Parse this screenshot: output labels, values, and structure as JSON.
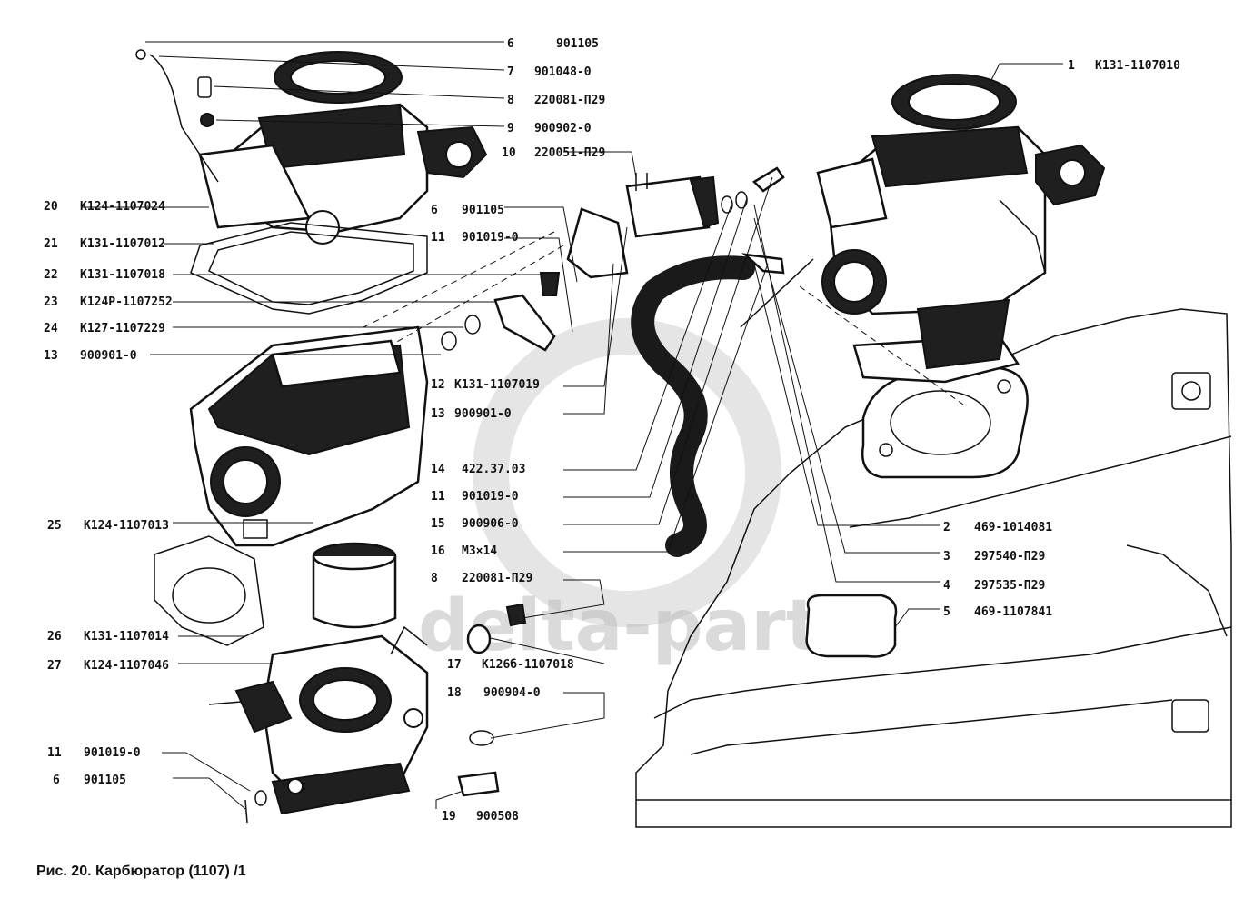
{
  "caption": "Рис. 20. Карбюратор (1107) /1",
  "watermark": "delta-parts",
  "callouts_left": [
    {
      "num": "6",
      "part": "901105"
    },
    {
      "num": "7",
      "part": "901048-0"
    },
    {
      "num": "8",
      "part": "220081-П29"
    },
    {
      "num": "9",
      "part": "900902-0"
    },
    {
      "num": "10",
      "part": "220051-П29"
    },
    {
      "num": "20",
      "part": "К124-1107024"
    },
    {
      "num": "6",
      "part": "901105"
    },
    {
      "num": "21",
      "part": "К131-1107012"
    },
    {
      "num": "11",
      "part": "901019-0"
    },
    {
      "num": "22",
      "part": "К131-1107018"
    },
    {
      "num": "23",
      "part": "К124Р-1107252"
    },
    {
      "num": "24",
      "part": "К127-1107229"
    },
    {
      "num": "13",
      "part": "900901-0"
    },
    {
      "num": "12",
      "part": "К131-1107019"
    },
    {
      "num": "13",
      "part": "900901-0"
    },
    {
      "num": "14",
      "part": "422.37.03"
    },
    {
      "num": "11",
      "part": "901019-0"
    },
    {
      "num": "15",
      "part": "900906-0"
    },
    {
      "num": "16",
      "part": "М3×14"
    },
    {
      "num": "8",
      "part": "220081-П29"
    },
    {
      "num": "25",
      "part": "К124-1107013"
    },
    {
      "num": "26",
      "part": "К131-1107014"
    },
    {
      "num": "27",
      "part": "К124-1107046"
    },
    {
      "num": "17",
      "part": "К126б-1107018"
    },
    {
      "num": "18",
      "part": "900904-0"
    },
    {
      "num": "11",
      "part": "901019-0"
    },
    {
      "num": "6",
      "part": "901105"
    },
    {
      "num": "19",
      "part": "900508"
    }
  ],
  "callouts_right": [
    {
      "num": "1",
      "part": "К131-1107010"
    },
    {
      "num": "2",
      "part": "469-1014081"
    },
    {
      "num": "3",
      "part": "297540-П29"
    },
    {
      "num": "4",
      "part": "297535-П29"
    },
    {
      "num": "5",
      "part": "469-1107841"
    }
  ]
}
